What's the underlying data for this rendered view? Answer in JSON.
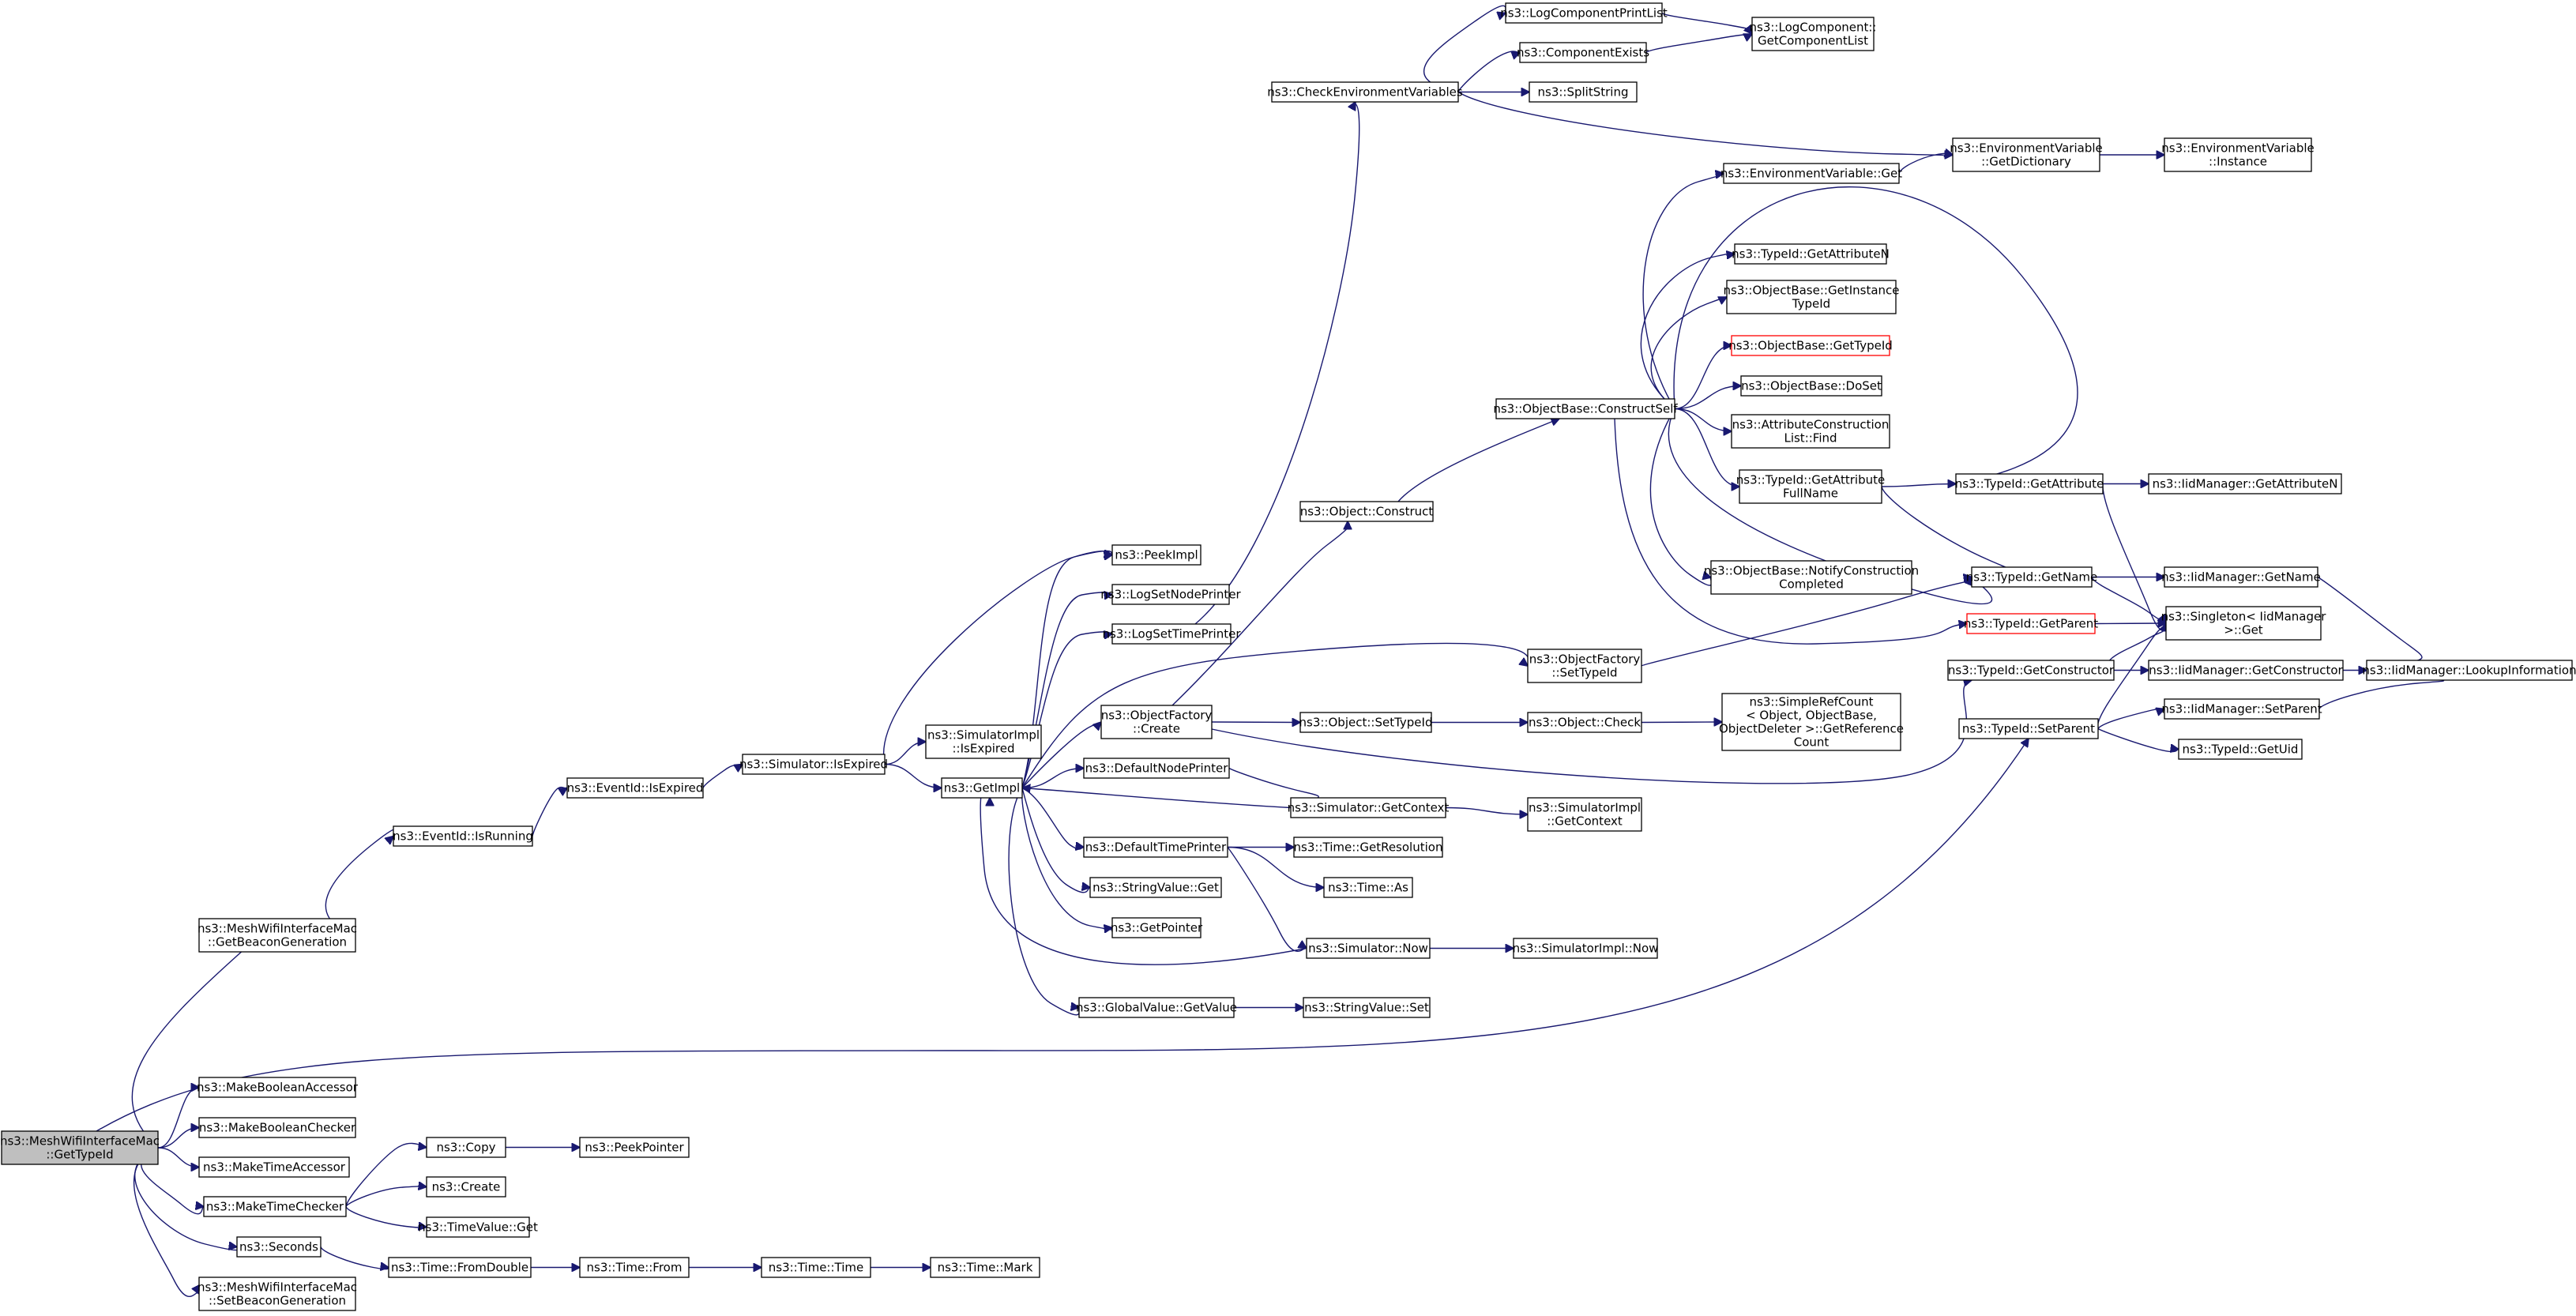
{
  "colors": {
    "edge": "#191970",
    "node_border": "#000000",
    "root_fill": "#bfbfbf",
    "truncated_border": "#ff0000",
    "background": "#ffffff"
  },
  "nodes": [
    {
      "id": "root",
      "lines": [
        "ns3::MeshWifiInterfaceMac",
        "::GetTypeId"
      ],
      "style": "root"
    },
    {
      "id": "getBeaconGen",
      "lines": [
        "ns3::MeshWifiInterfaceMac",
        "::GetBeaconGeneration"
      ]
    },
    {
      "id": "makeBoolAcc",
      "lines": [
        "ns3::MakeBooleanAccessor"
      ]
    },
    {
      "id": "makeBoolChk",
      "lines": [
        "ns3::MakeBooleanChecker"
      ]
    },
    {
      "id": "makeTimeAcc",
      "lines": [
        "ns3::MakeTimeAccessor"
      ]
    },
    {
      "id": "makeTimeChk",
      "lines": [
        "ns3::MakeTimeChecker"
      ]
    },
    {
      "id": "seconds",
      "lines": [
        "ns3::Seconds"
      ]
    },
    {
      "id": "setBeaconGen",
      "lines": [
        "ns3::MeshWifiInterfaceMac",
        "::SetBeaconGeneration"
      ]
    },
    {
      "id": "isRunning",
      "lines": [
        "ns3::EventId::IsRunning"
      ]
    },
    {
      "id": "evIsExpired",
      "lines": [
        "ns3::EventId::IsExpired"
      ]
    },
    {
      "id": "simIsExpired",
      "lines": [
        "ns3::Simulator::IsExpired"
      ]
    },
    {
      "id": "peekImpl",
      "lines": [
        "ns3::PeekImpl"
      ]
    },
    {
      "id": "simImplIsExpired",
      "lines": [
        "ns3::SimulatorImpl",
        "::IsExpired"
      ]
    },
    {
      "id": "getImpl",
      "lines": [
        "ns3::GetImpl"
      ]
    },
    {
      "id": "logSetNodePrinter",
      "lines": [
        "ns3::LogSetNodePrinter"
      ]
    },
    {
      "id": "logSetTimePrinter",
      "lines": [
        "ns3::LogSetTimePrinter"
      ]
    },
    {
      "id": "objFactoryCreate",
      "lines": [
        "ns3::ObjectFactory",
        "::Create"
      ]
    },
    {
      "id": "defaultNodePrinter",
      "lines": [
        "ns3::DefaultNodePrinter"
      ]
    },
    {
      "id": "defaultTimePrinter",
      "lines": [
        "ns3::DefaultTimePrinter"
      ]
    },
    {
      "id": "stringValueGet",
      "lines": [
        "ns3::StringValue::Get"
      ]
    },
    {
      "id": "getPointer",
      "lines": [
        "ns3::GetPointer"
      ]
    },
    {
      "id": "globalValueGetValue",
      "lines": [
        "ns3::GlobalValue::GetValue"
      ]
    },
    {
      "id": "checkEnvVars",
      "lines": [
        "ns3::CheckEnvironmentVariables"
      ]
    },
    {
      "id": "objectConstruct",
      "lines": [
        "ns3::Object::Construct"
      ]
    },
    {
      "id": "objSetTypeId",
      "lines": [
        "ns3::Object::SetTypeId"
      ]
    },
    {
      "id": "simGetContext",
      "lines": [
        "ns3::Simulator::GetContext"
      ]
    },
    {
      "id": "timeGetResolution",
      "lines": [
        "ns3::Time::GetResolution"
      ]
    },
    {
      "id": "timeAs",
      "lines": [
        "ns3::Time::As"
      ]
    },
    {
      "id": "simNow",
      "lines": [
        "ns3::Simulator::Now"
      ]
    },
    {
      "id": "stringValueSet",
      "lines": [
        "ns3::StringValue::Set"
      ]
    },
    {
      "id": "logCompPrintList",
      "lines": [
        "ns3::LogComponentPrintList"
      ]
    },
    {
      "id": "compExists",
      "lines": [
        "ns3::ComponentExists"
      ]
    },
    {
      "id": "splitString",
      "lines": [
        "ns3::SplitString"
      ]
    },
    {
      "id": "objBaseConstructSelf",
      "lines": [
        "ns3::ObjectBase::ConstructSelf"
      ]
    },
    {
      "id": "objFactorySetTypeId",
      "lines": [
        "ns3::ObjectFactory",
        "::SetTypeId"
      ]
    },
    {
      "id": "objectCheck",
      "lines": [
        "ns3::Object::Check"
      ]
    },
    {
      "id": "simImplGetContext",
      "lines": [
        "ns3::SimulatorImpl",
        "::GetContext"
      ]
    },
    {
      "id": "simImplNow",
      "lines": [
        "ns3::SimulatorImpl::Now"
      ]
    },
    {
      "id": "envVarGet",
      "lines": [
        "ns3::EnvironmentVariable::Get"
      ]
    },
    {
      "id": "typeIdGetAttrN",
      "lines": [
        "ns3::TypeId::GetAttributeN"
      ]
    },
    {
      "id": "objBaseGetInstTypeId",
      "lines": [
        "ns3::ObjectBase::GetInstance",
        "TypeId"
      ]
    },
    {
      "id": "objBaseGetTypeId",
      "lines": [
        "ns3::ObjectBase::GetTypeId"
      ],
      "style": "trunc"
    },
    {
      "id": "objBaseDoSet",
      "lines": [
        "ns3::ObjectBase::DoSet"
      ]
    },
    {
      "id": "attrConstrListFind",
      "lines": [
        "ns3::AttributeConstruction",
        "List::Find"
      ]
    },
    {
      "id": "typeIdGetAttrFullName",
      "lines": [
        "ns3::TypeId::GetAttribute",
        "FullName"
      ]
    },
    {
      "id": "objBaseNotifyConstr",
      "lines": [
        "ns3::ObjectBase::NotifyConstruction",
        "Completed"
      ]
    },
    {
      "id": "simpleRefCount",
      "lines": [
        "ns3::SimpleRefCount",
        "< Object, ObjectBase,",
        " ObjectDeleter >::GetReference",
        "Count"
      ]
    },
    {
      "id": "logCompGetList",
      "lines": [
        "ns3::LogComponent::",
        "GetComponentList"
      ]
    },
    {
      "id": "envVarGetDict",
      "lines": [
        "ns3::EnvironmentVariable",
        "::GetDictionary"
      ]
    },
    {
      "id": "typeIdGetAttribute",
      "lines": [
        "ns3::TypeId::GetAttribute"
      ]
    },
    {
      "id": "typeIdGetName",
      "lines": [
        "ns3::TypeId::GetName"
      ]
    },
    {
      "id": "typeIdGetParent",
      "lines": [
        "ns3::TypeId::GetParent"
      ],
      "style": "trunc"
    },
    {
      "id": "typeIdGetConstructor",
      "lines": [
        "ns3::TypeId::GetConstructor"
      ]
    },
    {
      "id": "typeIdSetParent",
      "lines": [
        "ns3::TypeId::SetParent"
      ]
    },
    {
      "id": "envVarInstance",
      "lines": [
        "ns3::EnvironmentVariable",
        "::Instance"
      ]
    },
    {
      "id": "iidGetAttrN",
      "lines": [
        "ns3::IidManager::GetAttributeN"
      ]
    },
    {
      "id": "iidGetName",
      "lines": [
        "ns3::IidManager::GetName"
      ]
    },
    {
      "id": "singletonGet",
      "lines": [
        "ns3::Singleton< IidManager",
        " >::Get"
      ]
    },
    {
      "id": "iidGetConstructor",
      "lines": [
        "ns3::IidManager::GetConstructor"
      ]
    },
    {
      "id": "iidSetParent",
      "lines": [
        "ns3::IidManager::SetParent"
      ]
    },
    {
      "id": "typeIdGetUid",
      "lines": [
        "ns3::TypeId::GetUid"
      ]
    },
    {
      "id": "iidLookupInfo",
      "lines": [
        "ns3::IidManager::LookupInformation"
      ]
    },
    {
      "id": "copy",
      "lines": [
        "ns3::Copy"
      ]
    },
    {
      "id": "create",
      "lines": [
        "ns3::Create"
      ]
    },
    {
      "id": "timeValueGet",
      "lines": [
        "ns3::TimeValue::Get"
      ]
    },
    {
      "id": "peekPointer",
      "lines": [
        "ns3::PeekPointer"
      ]
    },
    {
      "id": "timeFromDouble",
      "lines": [
        "ns3::Time::FromDouble"
      ]
    },
    {
      "id": "timeFrom",
      "lines": [
        "ns3::Time::From"
      ]
    },
    {
      "id": "timeTime",
      "lines": [
        "ns3::Time::Time"
      ]
    },
    {
      "id": "timeMark",
      "lines": [
        "ns3::Time::Mark"
      ]
    }
  ],
  "edges": [
    [
      "root",
      "getBeaconGen"
    ],
    [
      "root",
      "typeIdSetParent"
    ],
    [
      "root",
      "makeBoolAcc"
    ],
    [
      "root",
      "makeBoolChk"
    ],
    [
      "root",
      "makeTimeAcc"
    ],
    [
      "root",
      "makeTimeChk"
    ],
    [
      "root",
      "seconds"
    ],
    [
      "root",
      "setBeaconGen"
    ],
    [
      "getBeaconGen",
      "isRunning"
    ],
    [
      "isRunning",
      "evIsExpired"
    ],
    [
      "evIsExpired",
      "simIsExpired"
    ],
    [
      "simIsExpired",
      "peekImpl"
    ],
    [
      "simIsExpired",
      "simImplIsExpired"
    ],
    [
      "simIsExpired",
      "getImpl"
    ],
    [
      "getImpl",
      "peekImpl"
    ],
    [
      "getImpl",
      "logSetNodePrinter"
    ],
    [
      "getImpl",
      "logSetTimePrinter"
    ],
    [
      "getImpl",
      "objFactorySetTypeId"
    ],
    [
      "getImpl",
      "objFactoryCreate"
    ],
    [
      "getImpl",
      "defaultNodePrinter"
    ],
    [
      "getImpl",
      "defaultTimePrinter"
    ],
    [
      "getImpl",
      "stringValueGet"
    ],
    [
      "getImpl",
      "getPointer"
    ],
    [
      "getImpl",
      "globalValueGetValue"
    ],
    [
      "logSetTimePrinter",
      "checkEnvVars"
    ],
    [
      "checkEnvVars",
      "logCompPrintList"
    ],
    [
      "checkEnvVars",
      "compExists"
    ],
    [
      "checkEnvVars",
      "splitString"
    ],
    [
      "checkEnvVars",
      "envVarGetDict"
    ],
    [
      "logCompPrintList",
      "logCompGetList"
    ],
    [
      "compExists",
      "logCompGetList"
    ],
    [
      "envVarGetDict",
      "envVarInstance"
    ],
    [
      "objFactoryCreate",
      "objectConstruct"
    ],
    [
      "objFactoryCreate",
      "objSetTypeId"
    ],
    [
      "objFactoryCreate",
      "typeIdGetConstructor"
    ],
    [
      "objectConstruct",
      "objBaseConstructSelf"
    ],
    [
      "objBaseConstructSelf",
      "envVarGet"
    ],
    [
      "objBaseConstructSelf",
      "typeIdGetAttrN"
    ],
    [
      "objBaseConstructSelf",
      "objBaseGetInstTypeId"
    ],
    [
      "objBaseConstructSelf",
      "objBaseGetTypeId"
    ],
    [
      "objBaseConstructSelf",
      "objBaseDoSet"
    ],
    [
      "objBaseConstructSelf",
      "attrConstrListFind"
    ],
    [
      "objBaseConstructSelf",
      "typeIdGetAttrFullName"
    ],
    [
      "objBaseConstructSelf",
      "objBaseNotifyConstr"
    ],
    [
      "objBaseConstructSelf",
      "typeIdGetAttribute"
    ],
    [
      "objBaseConstructSelf",
      "typeIdGetName"
    ],
    [
      "objBaseConstructSelf",
      "typeIdGetParent"
    ],
    [
      "envVarGet",
      "envVarGetDict"
    ],
    [
      "typeIdGetAttrFullName",
      "typeIdGetAttribute"
    ],
    [
      "typeIdGetAttrFullName",
      "typeIdGetName"
    ],
    [
      "typeIdGetAttribute",
      "iidGetAttrN"
    ],
    [
      "typeIdGetAttribute",
      "singletonGet"
    ],
    [
      "typeIdGetName",
      "iidGetName"
    ],
    [
      "typeIdGetName",
      "singletonGet"
    ],
    [
      "typeIdGetParent",
      "singletonGet"
    ],
    [
      "typeIdGetConstructor",
      "singletonGet"
    ],
    [
      "typeIdGetConstructor",
      "iidGetConstructor"
    ],
    [
      "typeIdSetParent",
      "singletonGet"
    ],
    [
      "typeIdSetParent",
      "iidSetParent"
    ],
    [
      "typeIdSetParent",
      "typeIdGetUid"
    ],
    [
      "iidGetName",
      "iidLookupInfo"
    ],
    [
      "iidGetConstructor",
      "iidLookupInfo"
    ],
    [
      "iidSetParent",
      "iidLookupInfo"
    ],
    [
      "objFactorySetTypeId",
      "typeIdGetName"
    ],
    [
      "objSetTypeId",
      "objectCheck"
    ],
    [
      "objectCheck",
      "simpleRefCount"
    ],
    [
      "defaultNodePrinter",
      "simGetContext"
    ],
    [
      "simGetContext",
      "getImpl"
    ],
    [
      "simGetContext",
      "simImplGetContext"
    ],
    [
      "defaultTimePrinter",
      "timeGetResolution"
    ],
    [
      "defaultTimePrinter",
      "timeAs"
    ],
    [
      "defaultTimePrinter",
      "simNow"
    ],
    [
      "simNow",
      "getImpl"
    ],
    [
      "simNow",
      "simImplNow"
    ],
    [
      "globalValueGetValue",
      "stringValueSet"
    ],
    [
      "makeTimeChk",
      "copy"
    ],
    [
      "makeTimeChk",
      "create"
    ],
    [
      "makeTimeChk",
      "timeValueGet"
    ],
    [
      "copy",
      "peekPointer"
    ],
    [
      "seconds",
      "timeFromDouble"
    ],
    [
      "timeFromDouble",
      "timeFrom"
    ],
    [
      "timeFrom",
      "timeTime"
    ],
    [
      "timeTime",
      "timeMark"
    ]
  ]
}
